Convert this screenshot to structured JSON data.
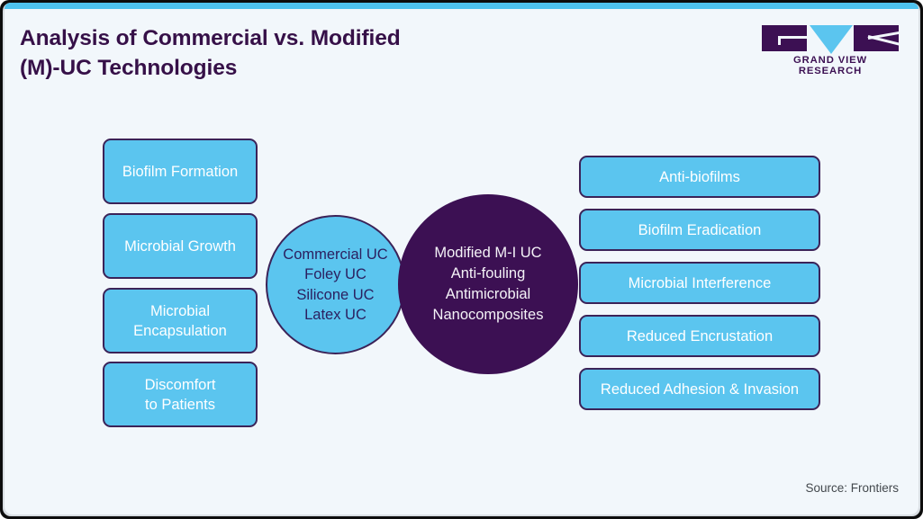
{
  "header": {
    "title_lines": [
      "Analysis of Commercial vs. Modified",
      "(M)-UC Technologies"
    ],
    "logo_text": "GRAND VIEW RESEARCH"
  },
  "colors": {
    "accent_blue": "#4EC3F0",
    "pill_blue": "#5BC5EF",
    "deep_purple": "#3C1053",
    "card_background": "#F2F7FB",
    "pill_border": "#3B2358",
    "title_text": "#361048"
  },
  "left_items": [
    {
      "label": "Biofilm Formation",
      "lines": [
        "Biofilm Formation"
      ]
    },
    {
      "label": "Microbial Growth",
      "lines": [
        "Microbial Growth"
      ]
    },
    {
      "label": "Microbial Encapsulation",
      "lines": [
        "Microbial",
        "Encapsulation"
      ]
    },
    {
      "label": "Discomfort to Patients",
      "lines": [
        "Discomfort",
        "to Patients"
      ]
    }
  ],
  "right_items": [
    {
      "label": "Anti-biofilms"
    },
    {
      "label": "Biofilm Eradication"
    },
    {
      "label": "Microbial Interference"
    },
    {
      "label": "Reduced Encrustation"
    },
    {
      "label": "Reduced Adhesion & Invasion"
    }
  ],
  "circles": {
    "commercial": {
      "name": "Commercial UC",
      "lines": [
        "Commercial UC",
        "Foley UC",
        "Silicone UC",
        "Latex UC"
      ]
    },
    "modified": {
      "name": "Modified M-I UC",
      "lines": [
        "Modified M-I UC",
        "Anti-fouling",
        "Antimicrobial",
        "Nanocomposites"
      ]
    }
  },
  "footer": {
    "source": "Source: Frontiers"
  }
}
